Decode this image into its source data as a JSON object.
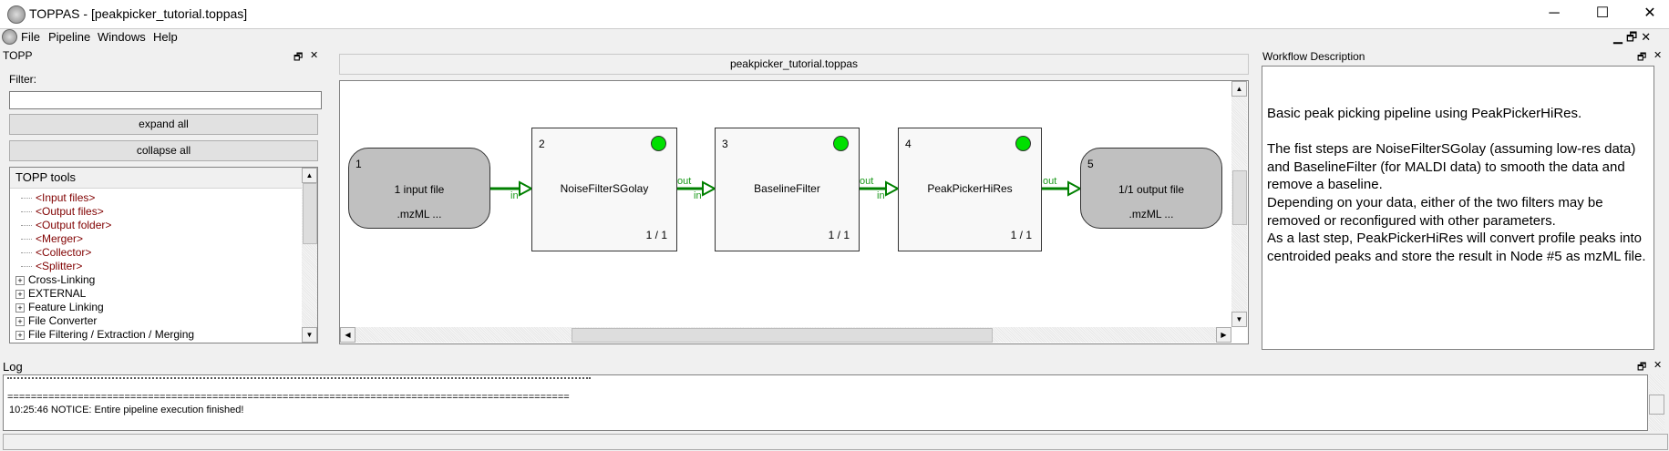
{
  "window": {
    "title": "TOPPAS - [peakpicker_tutorial.toppas]",
    "minimize": "─",
    "maximize": "☐",
    "close": "✕"
  },
  "menu": [
    "File",
    "Pipeline",
    "Windows",
    "Help"
  ],
  "topp_dock": {
    "title": "TOPP",
    "filter_label": "Filter:",
    "filter_value": "",
    "expand_all": "expand all",
    "collapse_all": "collapse all",
    "tree_header": "TOPP tools",
    "items": [
      {
        "label": "<Input files>",
        "type": "leaf"
      },
      {
        "label": "<Output files>",
        "type": "leaf"
      },
      {
        "label": "<Output folder>",
        "type": "leaf"
      },
      {
        "label": "<Merger>",
        "type": "leaf"
      },
      {
        "label": "<Collector>",
        "type": "leaf"
      },
      {
        "label": "<Splitter>",
        "type": "leaf"
      },
      {
        "label": "Cross-Linking",
        "type": "group"
      },
      {
        "label": "EXTERNAL",
        "type": "group"
      },
      {
        "label": "Feature Linking",
        "type": "group"
      },
      {
        "label": "File Converter",
        "type": "group"
      },
      {
        "label": "File Filtering / Extraction / Merging",
        "type": "group"
      }
    ]
  },
  "tab": {
    "label": "peakpicker_tutorial.toppas"
  },
  "pipeline": {
    "nodes": [
      {
        "id": "1",
        "name": "1 input file",
        "sub": ".mzML ...",
        "kind": "input"
      },
      {
        "id": "2",
        "name": "NoiseFilterSGolay",
        "progress": "1 / 1",
        "kind": "tool",
        "status_color": "#00e000"
      },
      {
        "id": "3",
        "name": "BaselineFilter",
        "progress": "1 / 1",
        "kind": "tool",
        "status_color": "#00e000"
      },
      {
        "id": "4",
        "name": "PeakPickerHiRes",
        "progress": "1 / 1",
        "kind": "tool",
        "status_color": "#00e000"
      },
      {
        "id": "5",
        "name": "1/1 output file",
        "sub": ".mzML ...",
        "kind": "output"
      }
    ],
    "port_in": "in",
    "port_out": "out",
    "edge_color": "#008000"
  },
  "workflow": {
    "title": "Workflow Description",
    "lines": [
      "Basic peak picking pipeline using PeakPickerHiRes.",
      "",
      "The fist steps are NoiseFilterSGolay (assuming low-res data)",
      "and BaselineFilter (for MALDI data) to smooth the data and",
      "remove a baseline.",
      "Depending on your data, either of the two filters may be",
      "removed or reconfigured with other parameters.",
      "As a last step, PeakPickerHiRes will convert profile peaks into",
      "centroided peaks and store the result in Node #5 as mzML file."
    ]
  },
  "log": {
    "title": "Log",
    "separator": "================================================================================================",
    "last": "10:25:46 NOTICE: Entire pipeline execution finished!"
  },
  "dock_icons": {
    "float": "🗗",
    "close": "✕"
  }
}
